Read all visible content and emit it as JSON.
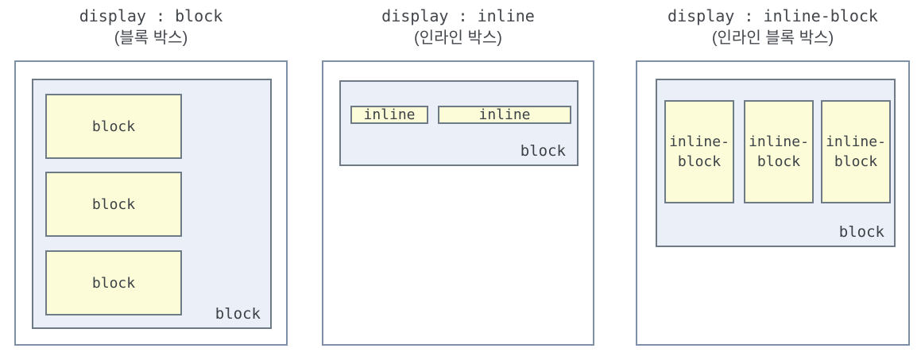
{
  "colors": {
    "outer_border": "#7d90a5",
    "inner_border": "#6e7a86",
    "block_fill": "#ebf0f8",
    "item_fill": "#fcfdd8",
    "text": "#3c4146",
    "page_bg": "#ffffff"
  },
  "panels": [
    {
      "title_code": "display : block",
      "title_korean": "(블록 박스)",
      "container_label": "block",
      "items": [
        {
          "label": "block"
        },
        {
          "label": "block"
        },
        {
          "label": "block"
        }
      ]
    },
    {
      "title_code": "display : inline",
      "title_korean": "(인라인 박스)",
      "container_label": "block",
      "items": [
        {
          "label": "inline"
        },
        {
          "label": "inline"
        }
      ]
    },
    {
      "title_code": "display : inline-block",
      "title_korean": "(인라인 블록 박스)",
      "container_label": "block",
      "items": [
        {
          "label": "inline-block"
        },
        {
          "label": "inline-block"
        },
        {
          "label": "inline-block"
        }
      ]
    }
  ]
}
